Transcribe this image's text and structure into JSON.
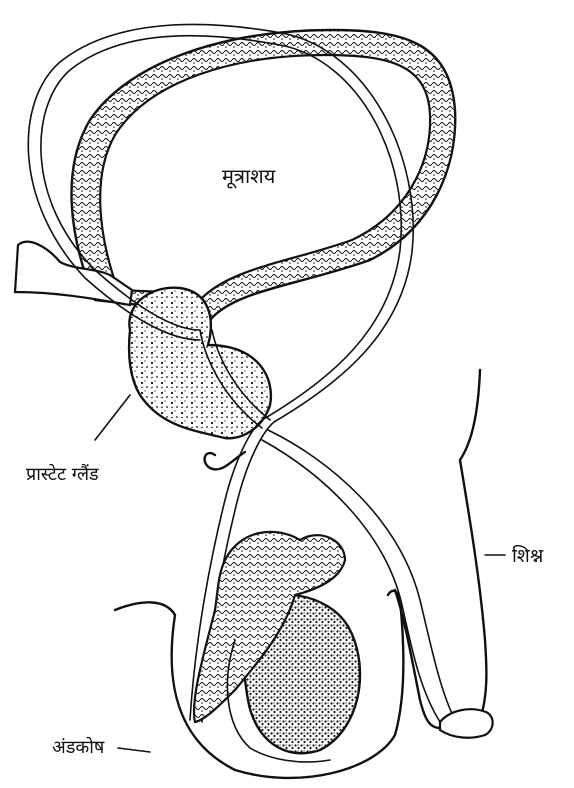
{
  "labels": {
    "bladder": "मूत्राशय",
    "prostate": "प्रास्टेट ग्लैंड",
    "penis": "शिश्न",
    "scrotum": "अंडकोष"
  },
  "colors": {
    "ink": "#111111",
    "paper": "#ffffff"
  }
}
